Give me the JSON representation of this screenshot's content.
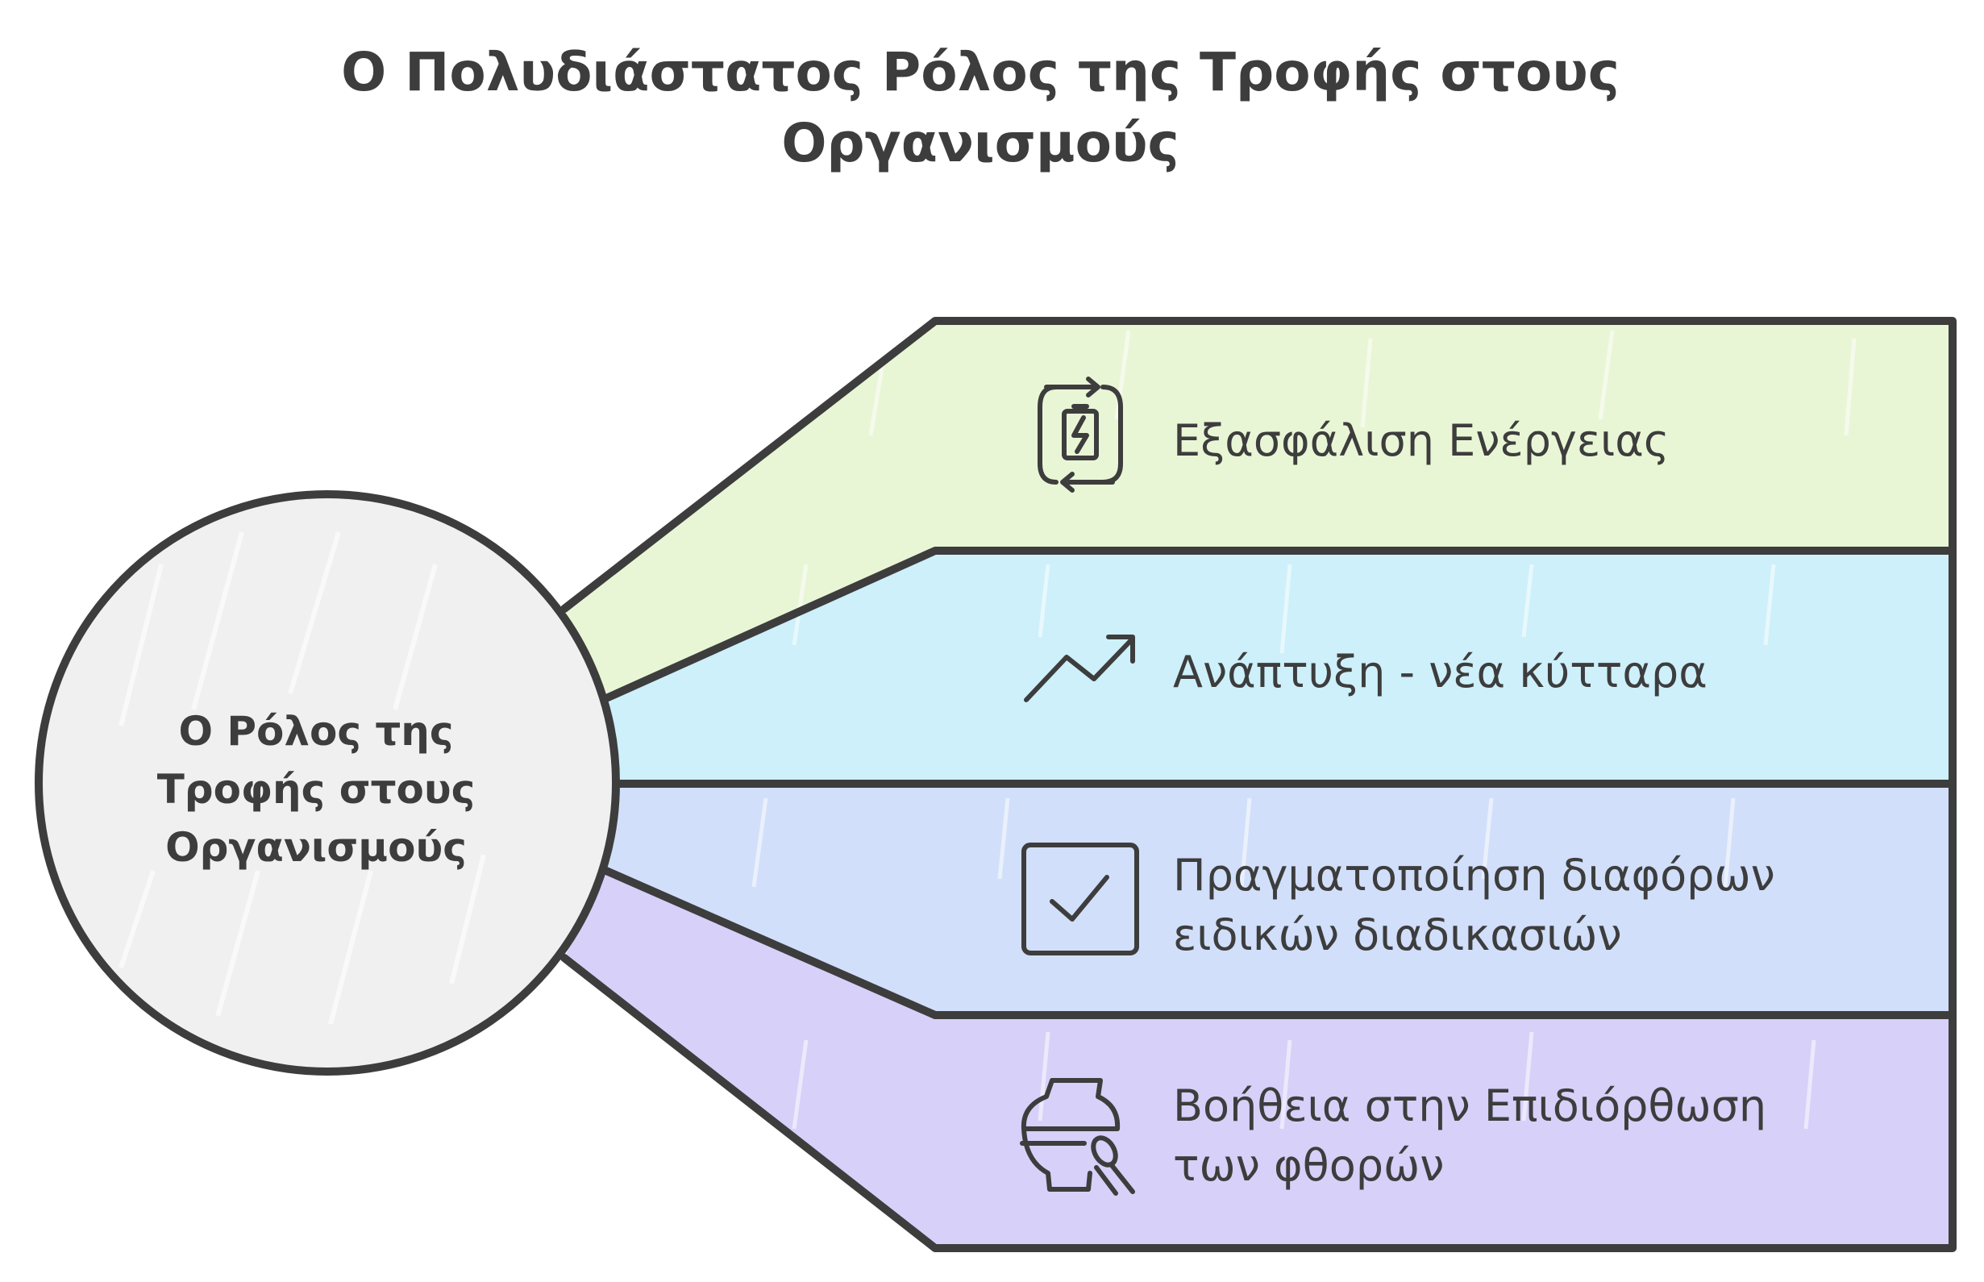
{
  "title": {
    "line1": "Ο Πολυδιάστατος Ρόλος της Τροφής στους",
    "line2": "Οργανισμούς"
  },
  "center": {
    "line1": "Ο Ρόλος της",
    "line2": "Τροφής στους",
    "line3": "Οργανισμούς",
    "color": "#f0f0f0"
  },
  "branches": [
    {
      "icon": "battery-refresh-icon",
      "line1": "Εξασφάλιση Ενέργειας",
      "line2": "",
      "color": "#e9f6d6"
    },
    {
      "icon": "trending-up-icon",
      "line1": "Ανάπτυξη - νέα κύτταρα",
      "line2": "",
      "color": "#cdf0fb"
    },
    {
      "icon": "checkbox-icon",
      "line1": "Πραγματοποίηση διαφόρων",
      "line2": "ειδικών διαδικασιών",
      "color": "#d1dffa"
    },
    {
      "icon": "jar-spoon-icon",
      "line1": "Βοήθεια στην Επιδιόρθωση",
      "line2": "των φθορών",
      "color": "#d7d0f9"
    }
  ]
}
